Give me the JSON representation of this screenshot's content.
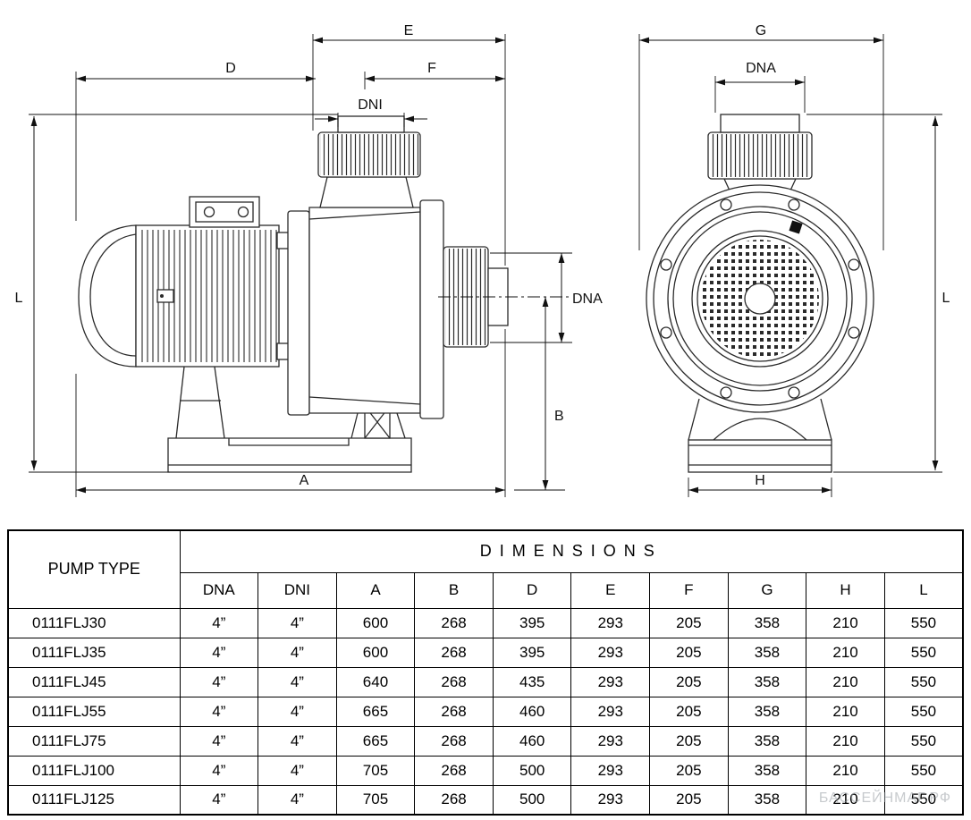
{
  "watermark": "БАССЕЙНМАГ.РФ",
  "drawing": {
    "side_view": {
      "dim_e": "E",
      "dim_d": "D",
      "dim_f": "F",
      "dim_dni": "DNI",
      "dim_l": "L",
      "dim_dna": "DNA",
      "dim_b": "B",
      "dim_a": "A"
    },
    "front_view": {
      "dim_g": "G",
      "dim_dna": "DNA",
      "dim_l": "L",
      "dim_h": "H"
    }
  },
  "table": {
    "pump_type_header": "PUMP TYPE",
    "dimensions_header": "DIMENSIONS",
    "columns": [
      "DNA",
      "DNI",
      "A",
      "B",
      "D",
      "E",
      "F",
      "G",
      "H",
      "L"
    ],
    "rows": [
      {
        "type": "0111FLJ30",
        "values": [
          "4”",
          "4”",
          "600",
          "268",
          "395",
          "293",
          "205",
          "358",
          "210",
          "550"
        ]
      },
      {
        "type": "0111FLJ35",
        "values": [
          "4”",
          "4”",
          "600",
          "268",
          "395",
          "293",
          "205",
          "358",
          "210",
          "550"
        ]
      },
      {
        "type": "0111FLJ45",
        "values": [
          "4”",
          "4”",
          "640",
          "268",
          "435",
          "293",
          "205",
          "358",
          "210",
          "550"
        ]
      },
      {
        "type": "0111FLJ55",
        "values": [
          "4”",
          "4”",
          "665",
          "268",
          "460",
          "293",
          "205",
          "358",
          "210",
          "550"
        ]
      },
      {
        "type": "0111FLJ75",
        "values": [
          "4”",
          "4”",
          "665",
          "268",
          "460",
          "293",
          "205",
          "358",
          "210",
          "550"
        ]
      },
      {
        "type": "0111FLJ100",
        "values": [
          "4”",
          "4”",
          "705",
          "268",
          "500",
          "293",
          "205",
          "358",
          "210",
          "550"
        ]
      },
      {
        "type": "0111FLJ125",
        "values": [
          "4”",
          "4”",
          "705",
          "268",
          "500",
          "293",
          "205",
          "358",
          "210",
          "550"
        ]
      }
    ]
  }
}
